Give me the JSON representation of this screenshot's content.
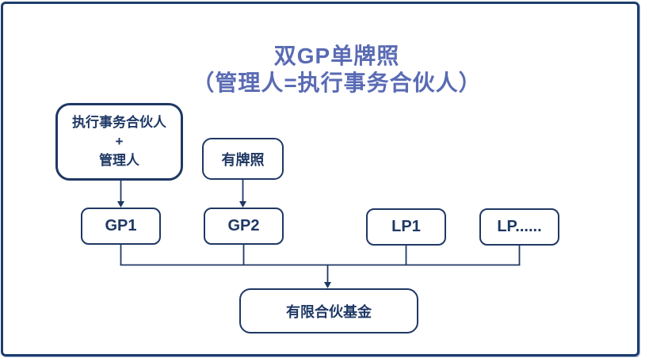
{
  "title": {
    "line1": "双GP单牌照",
    "line2": "（管理人=执行事务合伙人）"
  },
  "diagram": {
    "nodes": {
      "exec": {
        "line1": "执行事务合伙人",
        "line2": "+",
        "line3": "管理人"
      },
      "license": {
        "label": "有牌照"
      },
      "gp1": {
        "label": "GP1"
      },
      "gp2": {
        "label": "GP2"
      },
      "lp1": {
        "label": "LP1"
      },
      "lp_more": {
        "label": "LP......"
      },
      "fund": {
        "label": "有限合伙基金"
      }
    }
  },
  "colors": {
    "title_color": "#5A6BB4",
    "node_border_color": "#1F3864",
    "node_text_color": "#1F3864",
    "connector_color": "#1F3864",
    "frame_color": "#1E3C6E",
    "background_color": "#FFFFFF"
  }
}
